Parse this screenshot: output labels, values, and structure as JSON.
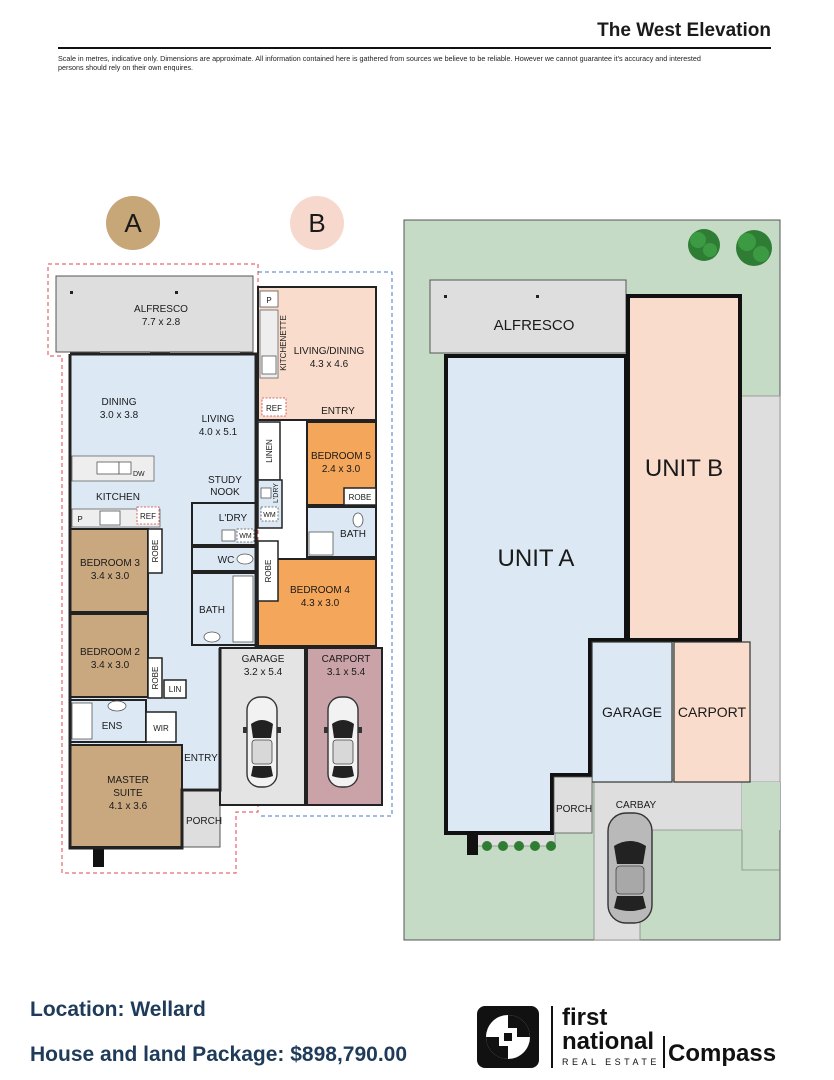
{
  "header": {
    "title": "The West Elevation",
    "disclaimer": "Scale in metres, indicative only. Dimensions are approximate. All information contained here is gathered from sources we believe to be reliable. However we cannot guarantee it's accuracy and interested persons should rely on their own enquires."
  },
  "floorplan": {
    "unit_a_marker": "A",
    "unit_b_marker": "B",
    "rooms": {
      "alfresco_a": "ALFRESCO",
      "alfresco_a_dim": "7.7 x 2.8",
      "dining": "DINING",
      "dining_dim": "3.0 x 3.8",
      "living": "LIVING",
      "living_dim": "4.0 x 5.1",
      "dw": "DW",
      "kitchen": "KITCHEN",
      "study": "STUDY",
      "nook": "NOOK",
      "pantry_a": "P",
      "ref_a": "REF",
      "laundry_a": "L'DRY",
      "wm_a": "WM",
      "wc": "WC",
      "bedroom3": "BEDROOM 3",
      "bedroom3_dim": "3.4 x 3.0",
      "robe_b3": "ROBE",
      "bath_a": "BATH",
      "bedroom2": "BEDROOM 2",
      "bedroom2_dim": "3.4 x 3.0",
      "robe_b2": "ROBE",
      "lin": "LIN",
      "ens": "ENS",
      "wir": "WIR",
      "entry_a": "ENTRY",
      "master": "MASTER",
      "suite": "SUITE",
      "master_dim": "4.1 x 3.6",
      "porch_a": "PORCH",
      "garage_a": "GARAGE",
      "garage_a_dim": "3.2 x 5.4",
      "carport_b": "CARPORT",
      "carport_b_dim": "3.1 x 5.4",
      "pantry_b": "P",
      "kitchenette": "KITCHENETTE",
      "living_dining_b": "LIVING/DINING",
      "living_dining_b_dim": "4.3 x 4.6",
      "ref_b": "REF",
      "entry_b": "ENTRY",
      "linen": "LINEN",
      "laundry_b": "L'DRY",
      "wm_b": "WM",
      "bedroom5": "BEDROOM 5",
      "bedroom5_dim": "2.4 x 3.0",
      "robe_b5": "ROBE",
      "bath_b": "BATH",
      "robe_b4": "ROBE",
      "bedroom4": "BEDROOM 4",
      "bedroom4_dim": "4.3 x 3.0"
    }
  },
  "siteplan": {
    "alfresco": "ALFRESCO",
    "unit_a": "UNIT A",
    "unit_b": "UNIT B",
    "garage": "GARAGE",
    "carport": "CARPORT",
    "porch": "PORCH",
    "carbay": "CARBAY"
  },
  "footer": {
    "location": "Location: Wellard",
    "package": "House and land Package: $898,790.00"
  },
  "brand": {
    "first": "first",
    "national": "national",
    "real_estate": "REAL ESTATE",
    "compass": "Compass"
  },
  "colors": {
    "unit_a_marker": "#c7a677",
    "unit_b_marker": "#f6d9cc",
    "living_blue": "#dce9f5",
    "bedroom_tan": "#c9a880",
    "bedroom_orange": "#f4a65a",
    "unit_b_peach": "#f9dccb",
    "grass": "#c5dbc6",
    "concrete": "#dedede",
    "garage_grey": "#e4e4e4",
    "carport_red": "#c9a3a7",
    "heading_navy": "#1f3b5a"
  }
}
